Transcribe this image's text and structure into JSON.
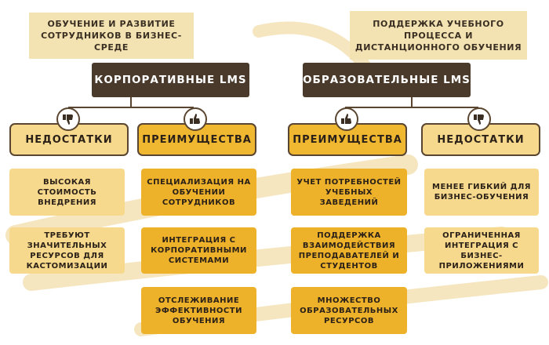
{
  "notes": {
    "left": "ОБУЧЕНИЕ И РАЗВИТИЕ СОТРУДНИКОВ В БИЗНЕС-СРЕДЕ",
    "right": "ПОДДЕРЖКА УЧЕБНОГО ПРОЦЕССА И ДИСТАНЦИОННОГО ОБУЧЕНИЯ"
  },
  "corporate": {
    "title": "КОРПОРАТИВНЫЕ LMS",
    "cons": {
      "label": "НЕДОСТАТКИ",
      "icon": "thumbs-down-icon",
      "items": [
        "ВЫСОКАЯ СТОИМОСТЬ ВНЕДРЕНИЯ",
        "ТРЕБУЮТ ЗНАЧИТЕЛЬНЫХ РЕСУРСОВ ДЛЯ КАСТОМИЗАЦИИ"
      ]
    },
    "pros": {
      "label": "ПРЕИМУЩЕСТВА",
      "icon": "thumbs-up-icon",
      "items": [
        "СПЕЦИАЛИЗАЦИЯ НА ОБУЧЕНИИ СОТРУДНИКОВ",
        "ИНТЕГРАЦИЯ С КОРПОРАТИВНЫМИ СИСТЕМАМИ",
        "ОТСЛЕЖИВАНИЕ ЭФФЕКТИВНОСТИ ОБУЧЕНИЯ"
      ]
    }
  },
  "educational": {
    "title": "ОБРАЗОВАТЕЛЬНЫЕ LMS",
    "pros": {
      "label": "ПРЕИМУЩЕСТВА",
      "icon": "thumbs-up-icon",
      "items": [
        "УЧЕТ ПОТРЕБНОСТЕЙ УЧЕБНЫХ ЗАВЕДЕНИЙ",
        "ПОДДЕРЖКА ВЗАИМОДЕЙСТВИЯ ПРЕПОДАВАТЕЛЕЙ И СТУДЕНТОВ",
        "МНОЖЕСТВО ОБРАЗОВАТЕЛЬНЫХ РЕСУРСОВ"
      ]
    },
    "cons": {
      "label": "НЕДОСТАТКИ",
      "icon": "thumbs-down-icon",
      "items": [
        "МЕНЕЕ ГИБКИЙ ДЛЯ БИЗНЕС-ОБУЧЕНИЯ",
        "ОГРАНИЧЕННАЯ ИНТЕГРАЦИЯ С БИЗНЕС-ПРИЛОЖЕНИЯМИ"
      ]
    }
  },
  "colors": {
    "title_bg": "#4a3a2b",
    "note_bg": "#f3e3b3",
    "cons_bg": "#f6d98c",
    "pros_bg": "#f0b830"
  }
}
